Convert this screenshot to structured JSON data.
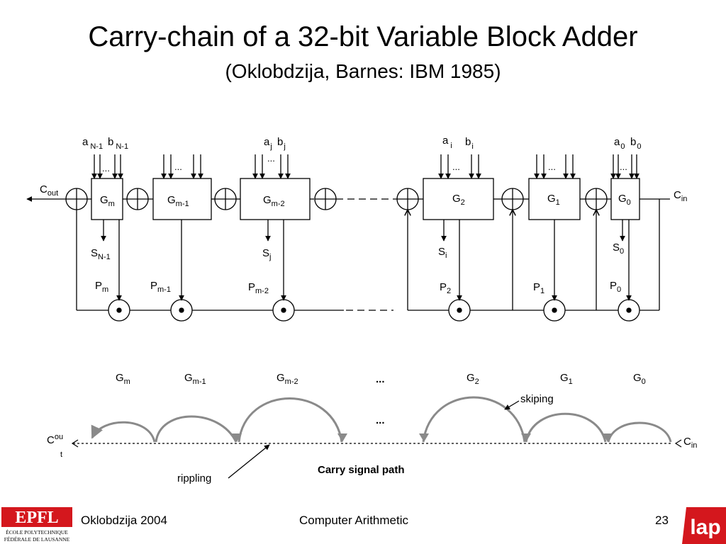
{
  "slide": {
    "title": "Carry-chain of a 32-bit Variable Block Adder",
    "subtitle": "(Oklobdzija, Barnes: IBM 1985)"
  },
  "footer": {
    "author": "Oklobdzija 2004",
    "course": "Computer Arithmetic",
    "page": "23",
    "epfl_logo_text": [
      "EPFL",
      "ÉCOLE POLYTECHNIQUE",
      "FÉDÉRALE DE LAUSANNE"
    ],
    "lap_logo_text": "lap"
  },
  "colors": {
    "logo_red": "#d4171d",
    "arc_gray": "#8a8a8a"
  },
  "labels": {
    "cout_base": "C",
    "cout_sub": "out",
    "cin_base": "C",
    "cin_sub": "in",
    "dots": "...",
    "skiping": "skiping",
    "rippling": "rippling",
    "carry_path": "Carry signal path",
    "cout2_base": "C",
    "cout2_sub1": "ou",
    "cout2_sub2": "t"
  },
  "inputs": {
    "aN_base": "a",
    "aN_sub": "N-1",
    "bN_base": "b",
    "bN_sub": "N-1",
    "aj_base": "a",
    "aj_sub": "j",
    "bj_base": "b",
    "bj_sub": "j",
    "ai_base": "a",
    "ai_sub": "i",
    "bi_base": "b",
    "bi_sub": "i",
    "a0_base": "a",
    "a0_sub": "0",
    "b0_base": "b",
    "b0_sub": "0"
  },
  "blocks": [
    {
      "base": "G",
      "sub": "m"
    },
    {
      "base": "G",
      "sub": "m-1"
    },
    {
      "base": "G",
      "sub": "m-2"
    },
    {
      "base": "G",
      "sub": "2"
    },
    {
      "base": "G",
      "sub": "1"
    },
    {
      "base": "G",
      "sub": "0"
    }
  ],
  "sums": [
    {
      "base": "S",
      "sub": "N-1"
    },
    {
      "base": "S",
      "sub": "j"
    },
    {
      "base": "S",
      "sub": "i"
    },
    {
      "base": "S",
      "sub": "0"
    }
  ],
  "propagates": [
    {
      "base": "P",
      "sub": "m"
    },
    {
      "base": "P",
      "sub": "m-1"
    },
    {
      "base": "P",
      "sub": "m-2"
    },
    {
      "base": "P",
      "sub": "2"
    },
    {
      "base": "P",
      "sub": "1"
    },
    {
      "base": "P",
      "sub": "0"
    }
  ],
  "lower_groups": [
    {
      "base": "G",
      "sub": "m"
    },
    {
      "base": "G",
      "sub": "m-1"
    },
    {
      "base": "G",
      "sub": "m-2"
    },
    {
      "base": "G",
      "sub": "2"
    },
    {
      "base": "G",
      "sub": "1"
    },
    {
      "base": "G",
      "sub": "0"
    }
  ]
}
